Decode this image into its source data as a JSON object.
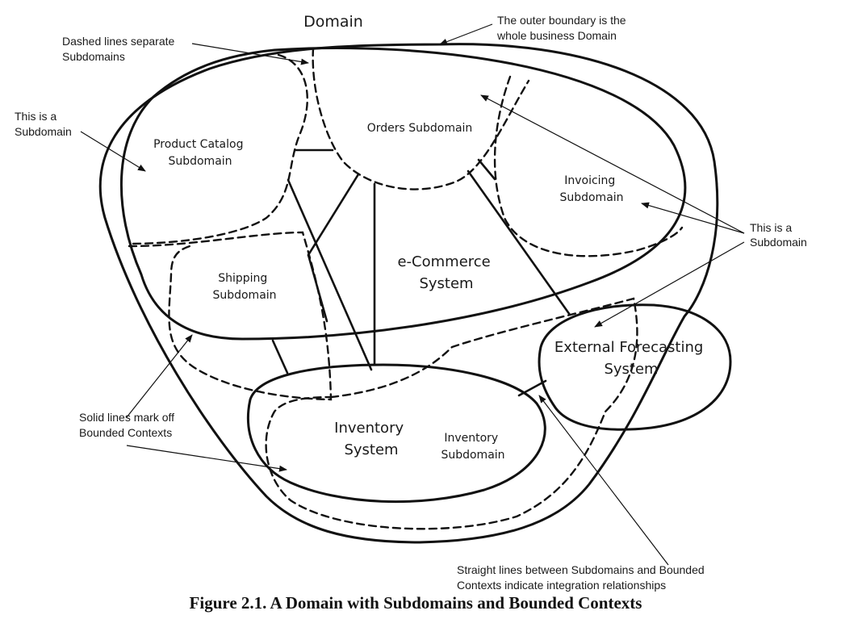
{
  "title": "Domain",
  "labels": {
    "product_catalog": [
      "Product Catalog",
      "Subdomain"
    ],
    "orders": "Orders Subdomain",
    "invoicing": [
      "Invoicing",
      "Subdomain"
    ],
    "ecommerce": [
      "e-Commerce",
      "System"
    ],
    "shipping": [
      "Shipping",
      "Subdomain"
    ],
    "external_forecasting": [
      "External Forecasting",
      "System"
    ],
    "inventory_system": [
      "Inventory",
      "System"
    ],
    "inventory_subdomain": [
      "Inventory",
      "Subdomain"
    ]
  },
  "annotations": {
    "dashed": [
      "Dashed lines separate",
      "Subdomains"
    ],
    "outer": [
      "The outer boundary is the",
      "whole business Domain"
    ],
    "left_subdomain": [
      "This is a",
      "Subdomain"
    ],
    "right_subdomain": [
      "This is a",
      "Subdomain"
    ],
    "solid": [
      "Solid lines mark off",
      "Bounded Contexts"
    ],
    "straight": [
      "Straight lines between Subdomains and Bounded",
      "Contexts indicate integration relationships"
    ]
  },
  "caption": "Figure 2.1. A Domain with Subdomains and Bounded Contexts"
}
